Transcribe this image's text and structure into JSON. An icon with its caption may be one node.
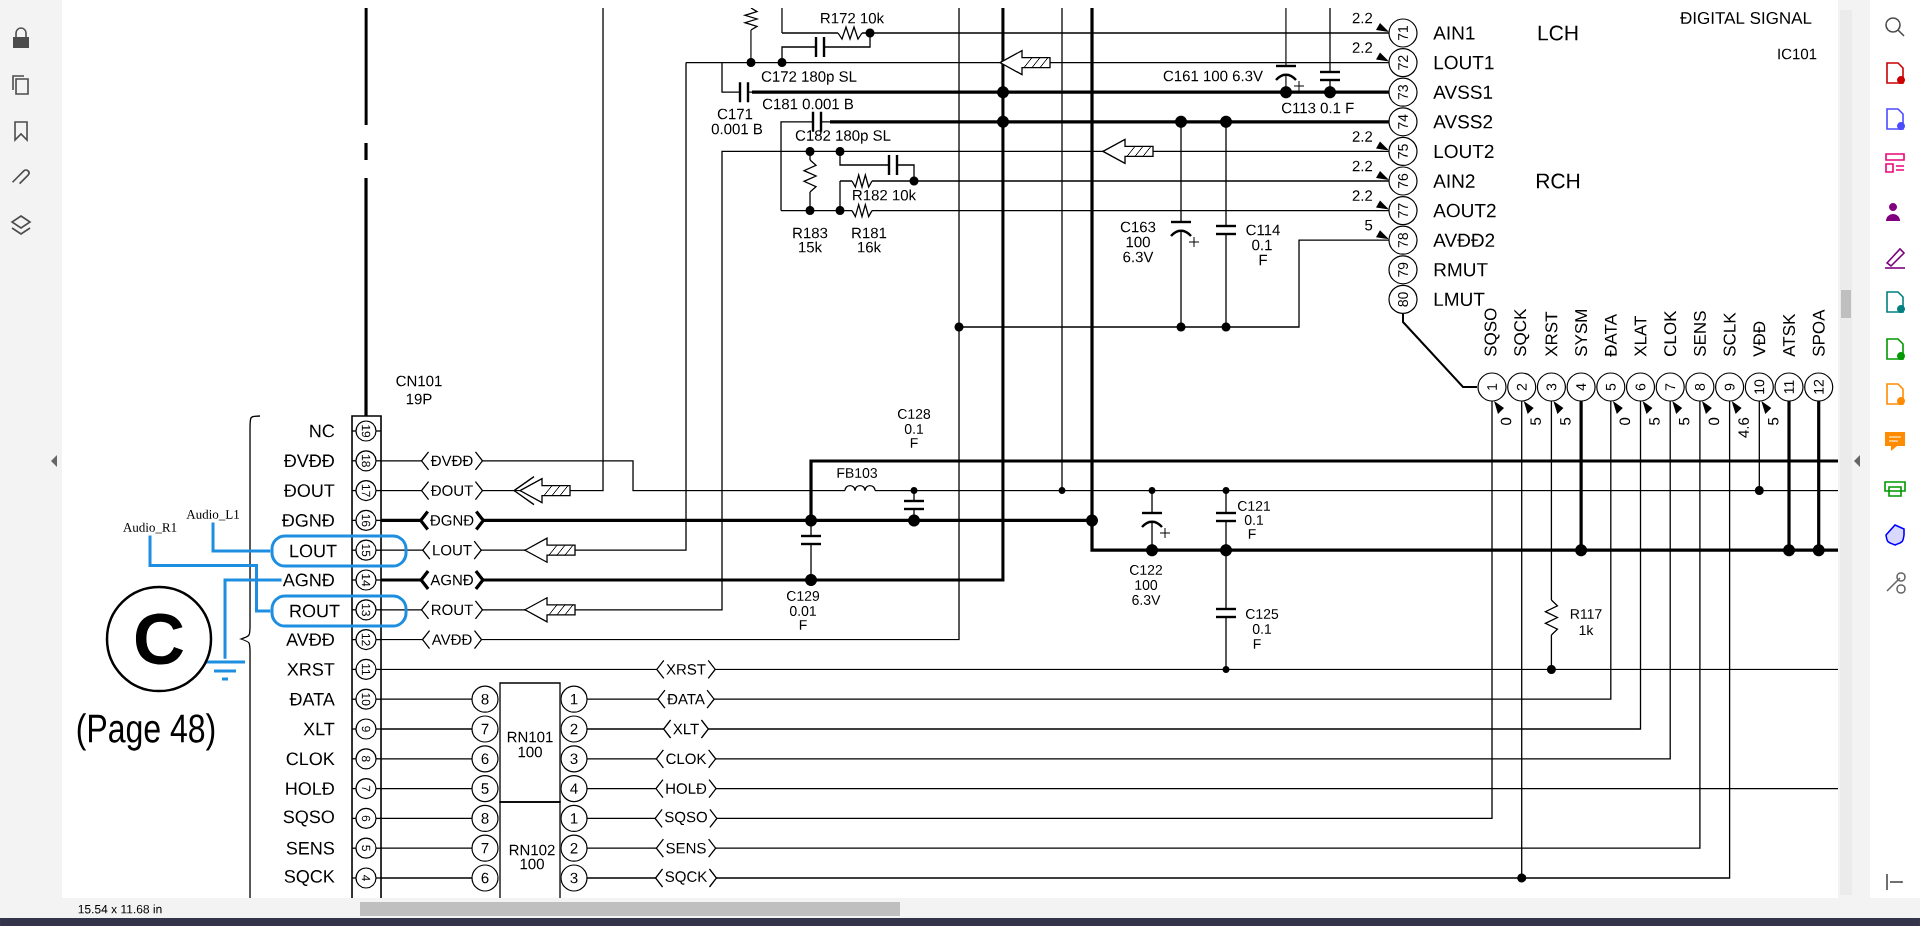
{
  "diagram": {
    "nodes": [
      {
        "text": [
          "Audio_L1"
        ]
      },
      {
        "text": [
          "Audio_R1"
        ]
      },
      {
        "text": [
          "LOUT"
        ]
      },
      {
        "text": [
          "ROUT"
        ]
      },
      {
        "text": [
          "AGNĐ"
        ]
      },
      {
        "text": [],
        "shape": "ground"
      },
      {
        "text": [
          "C"
        ],
        "beside": [
          "(Page 48)"
        ]
      }
    ],
    "edges": [
      {
        "from": 0,
        "to": 2,
        "arrow": "none"
      },
      {
        "from": 1,
        "to": 3,
        "arrow": "none"
      },
      {
        "from": 4,
        "to": 5,
        "arrow": "none"
      }
    ],
    "labels": [
      "R172 10k",
      "ĐIGITAL SIGNAL",
      "LCH",
      "IC101",
      "C172 180p SL",
      "C171",
      "0.001 B",
      "C181 0.001 B",
      "C161 100 6.3V",
      "C113 0.1 F",
      "C182 180p SL",
      "RCH",
      "R182 10k",
      "R183",
      "15k",
      "R181",
      "16k",
      "C163",
      "100",
      "6.3V",
      "C114",
      "0.1",
      "F",
      "71",
      "AIN1",
      "72",
      "LOUT1",
      "73",
      "AVSS1",
      "74",
      "AVSS2",
      "75",
      "LOUT2",
      "76",
      "AIN2",
      "77",
      "AOUT2",
      "78",
      "AVĐĐ2",
      "79",
      "RMUT",
      "80",
      "LMUT",
      "2.2",
      "2.2",
      "2.2",
      "2.2",
      "2.2",
      "5",
      "SQSO",
      "1",
      "SQCK",
      "2",
      "XRST",
      "3",
      "SYSM",
      "4",
      "ĐATA",
      "5",
      "XLAT",
      "6",
      "CLOK",
      "7",
      "SENS",
      "8",
      "SCLK",
      "9",
      "VĐĐ",
      "10",
      "ATSK",
      "11",
      "SPOA",
      "12",
      "0",
      "5",
      "5",
      "0",
      "5",
      "5",
      "0",
      "4.6",
      "5",
      "CN101",
      "19P",
      "19",
      "NC",
      "18",
      "ĐVĐĐ",
      "17",
      "ĐOUT",
      "16",
      "ĐGNĐ",
      "15",
      "14",
      "13",
      "12",
      "AVĐĐ",
      "11",
      "XRST",
      "10",
      "ĐATA",
      "9",
      "XLT",
      "8",
      "CLOK",
      "7",
      "HOLĐ",
      "6",
      "SQSO",
      "5",
      "SENS",
      "4",
      "SQCK",
      "ĐVĐĐ",
      "ĐOUT",
      "ĐGNĐ",
      "LOUT",
      "AGNĐ",
      "ROUT",
      "AVĐĐ",
      "XRST",
      "ĐATA",
      "XLT",
      "CLOK",
      "HOLĐ",
      "SQSO",
      "SENS",
      "SQCK",
      "8",
      "7",
      "6",
      "5",
      "8",
      "7",
      "6",
      "1",
      "2",
      "3",
      "4",
      "1",
      "2",
      "3",
      "RN101",
      "100",
      "RN102",
      "100",
      "C128",
      "0.1",
      "F",
      "FB103",
      "C129",
      "0.01",
      "F",
      "C121",
      "0.1",
      "F",
      "C122",
      "100",
      "6.3V",
      "C125",
      "0.1",
      "F",
      "R117",
      "1k",
      "15.54 x 11.68 in"
    ]
  }
}
